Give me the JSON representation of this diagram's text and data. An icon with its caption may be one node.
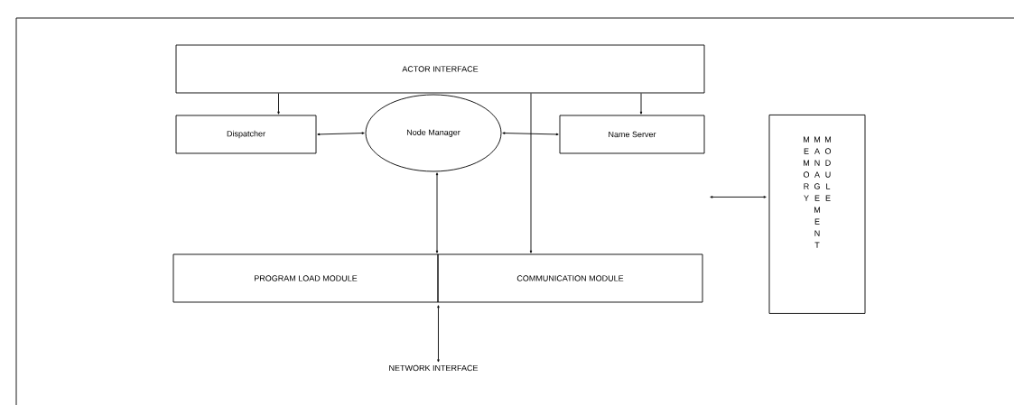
{
  "diagram": {
    "nodes": [
      {
        "text": [
          "ACTOR INTERFACE"
        ]
      },
      {
        "text": [
          "Dispatcher"
        ]
      },
      {
        "text": [
          "Node Manager"
        ]
      },
      {
        "text": [
          "Name Server"
        ]
      },
      {
        "text": [
          "MEMORY",
          "MANAGEMENT",
          "MODULE"
        ]
      },
      {
        "text": [
          "PROGRAM LOAD MODULE"
        ]
      },
      {
        "text": [
          "COMMUNICATION MODULE"
        ]
      },
      {
        "text": [
          "NETWORK INTERFACE"
        ]
      }
    ],
    "edges": [
      {
        "from": 0,
        "to": 1,
        "arrow": "to"
      },
      {
        "from": 0,
        "to": 3,
        "arrow": "to"
      },
      {
        "from": 0,
        "to": 6,
        "arrow": "to"
      },
      {
        "from": 1,
        "to": 2,
        "arrow": "both"
      },
      {
        "from": 2,
        "to": 3,
        "arrow": "both"
      },
      {
        "from": 2,
        "to": 5,
        "arrow": "both"
      },
      {
        "from": 3,
        "to": 4,
        "arrow": "both"
      },
      {
        "from": 5,
        "to": 7,
        "arrow": "both"
      }
    ]
  }
}
